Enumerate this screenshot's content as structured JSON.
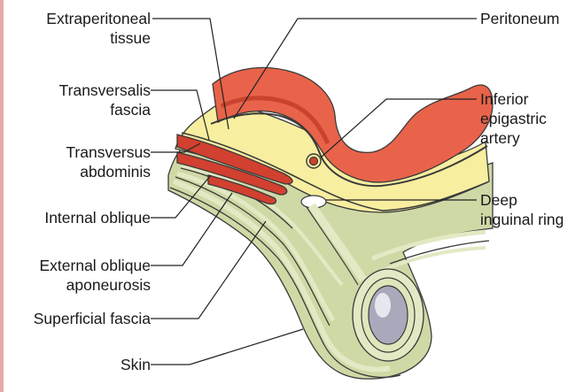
{
  "colors": {
    "peritoneum_fill": "#e8634a",
    "peritoneum_shadow": "#c9442e",
    "extraperitoneal_fill": "#f7eea0",
    "fascia_fill": "#cfd9a6",
    "fascia_light": "#e2e9c4",
    "muscle_fill": "#d2402f",
    "outline": "#3a3a3a",
    "leader_line": "#222222",
    "testis_fill": "#a9a9bb"
  },
  "labels": {
    "left": [
      {
        "id": "extraperitoneal",
        "lines": [
          "Extraperitoneal",
          "tissue"
        ]
      },
      {
        "id": "transversalis",
        "lines": [
          "Transversalis",
          "fascia"
        ]
      },
      {
        "id": "transversus",
        "lines": [
          "Transversus",
          "abdominis"
        ]
      },
      {
        "id": "internal_oblique",
        "lines": [
          "Internal oblique"
        ]
      },
      {
        "id": "external_oblique",
        "lines": [
          "External oblique",
          "aponeurosis"
        ]
      },
      {
        "id": "superficial_fascia",
        "lines": [
          "Superficial fascia"
        ]
      },
      {
        "id": "skin",
        "lines": [
          "Skin"
        ]
      }
    ],
    "right": [
      {
        "id": "peritoneum",
        "lines": [
          "Peritoneum"
        ]
      },
      {
        "id": "inferior_epigastric",
        "lines": [
          "Inferior",
          "epigastric",
          "artery"
        ]
      },
      {
        "id": "deep_ring",
        "lines": [
          "Deep",
          "inguinal ring"
        ]
      }
    ]
  }
}
